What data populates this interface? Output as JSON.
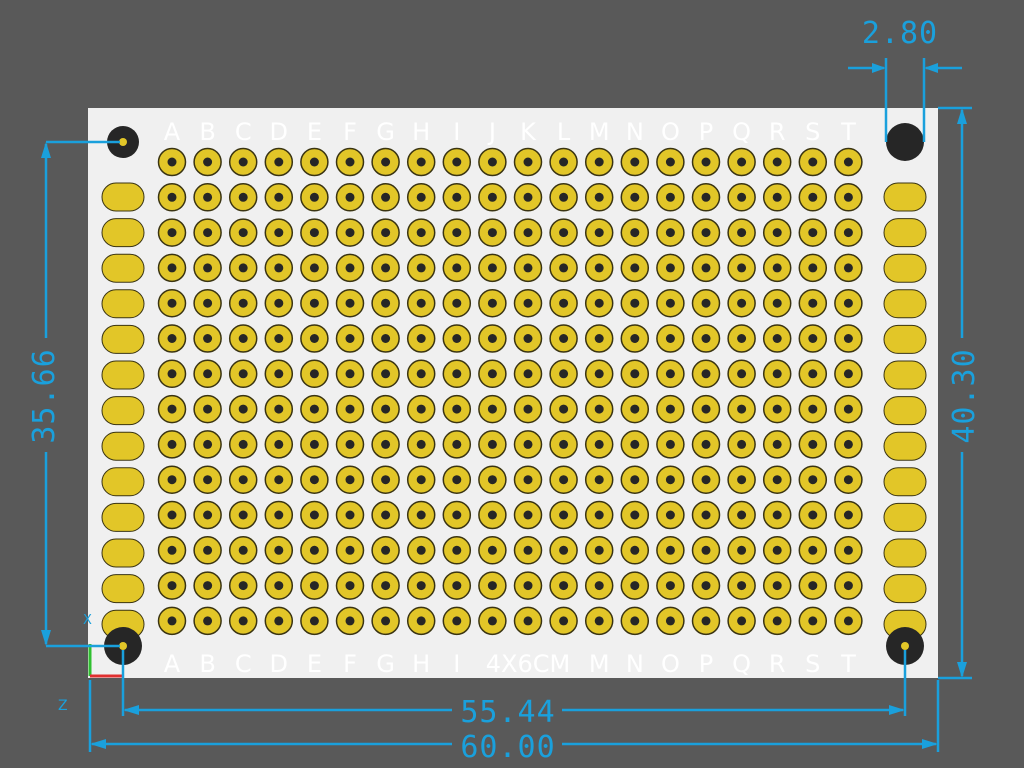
{
  "colors": {
    "background": "#595959",
    "board": "#f0f0f0",
    "pad": "#e2c628",
    "pad_outline": "#3a3412",
    "hole": "#262626",
    "dimension": "#1aa0dc",
    "silkscreen": "#ffffff",
    "axis_x": "#e03030",
    "axis_y": "#30c030"
  },
  "board": {
    "columns": 20,
    "rows": 14,
    "side_pads_per_side": 13
  },
  "column_labels": [
    "A",
    "B",
    "C",
    "D",
    "E",
    "F",
    "G",
    "H",
    "I",
    "J",
    "K",
    "L",
    "M",
    "N",
    "O",
    "P",
    "Q",
    "R",
    "S",
    "T"
  ],
  "bottom_labels": [
    "A",
    "B",
    "C",
    "D",
    "E",
    "F",
    "G",
    "H",
    "I",
    "4X6CM",
    "M",
    "N",
    "O",
    "P",
    "Q",
    "R",
    "S",
    "T"
  ],
  "dimensions": {
    "hole_diameter": "2.80",
    "hole_pitch_vertical": "35.66",
    "board_height": "40.30",
    "hole_pitch_horizontal": "55.44",
    "board_width": "60.00"
  },
  "axis_labels": {
    "x": "X",
    "z": "Z"
  }
}
